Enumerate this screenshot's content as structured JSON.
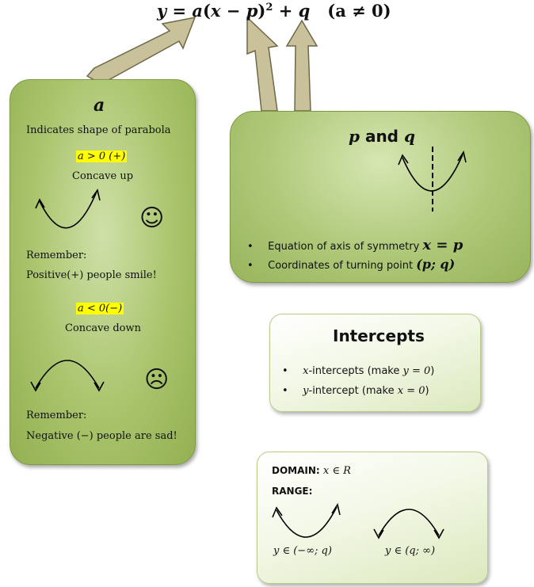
{
  "formula": {
    "y": "y",
    "eq": " = ",
    "a": "a",
    "mid1": "(",
    "x": "x",
    "minus": " − ",
    "p": "p",
    "close": ")",
    "sq": "2",
    "plus": " + ",
    "q": "q",
    "cond": "(a ≠ 0)"
  },
  "box_a": {
    "title": "a",
    "shape_text": "Indicates shape of parabola",
    "cond_up": "a > 0 (+)",
    "concave_up": "Concave up",
    "remember1": "Remember:",
    "positive_note": "Positive(+) people smile!",
    "cond_down": "a < 0(−)",
    "concave_down": "Concave down",
    "remember2": "Remember:",
    "negative_note": "Negative (−) people are sad!",
    "smile_icon": "☺",
    "sad_icon": "☹"
  },
  "box_pq": {
    "title_p": "p",
    "title_and": " and ",
    "title_q": "q",
    "bullet1_text": "Equation of axis of symmetry ",
    "bullet1_math": "x = p",
    "bullet2_text": "Coordinates of turning point ",
    "bullet2_math": "(p; q)"
  },
  "box_intercepts": {
    "title": "Intercepts",
    "item1_var": "x",
    "item1_rest": "-intercepts (make ",
    "item1_math": "y = 0",
    "item1_close": ")",
    "item2_var": "y",
    "item2_rest": "-intercept (make ",
    "item2_math": "x = 0",
    "item2_close": ")"
  },
  "box_domain": {
    "domain_label": "DOMAIN: ",
    "domain_value": "x ∈ R",
    "range_label": "RANGE:",
    "range_up": "y ∈ (−∞; q)",
    "range_down": "y ∈ (q; ∞)"
  },
  "colors": {
    "box_green": "#a9c46c",
    "highlight": "#ffff00",
    "arrow_fill": "#c8c09a"
  }
}
